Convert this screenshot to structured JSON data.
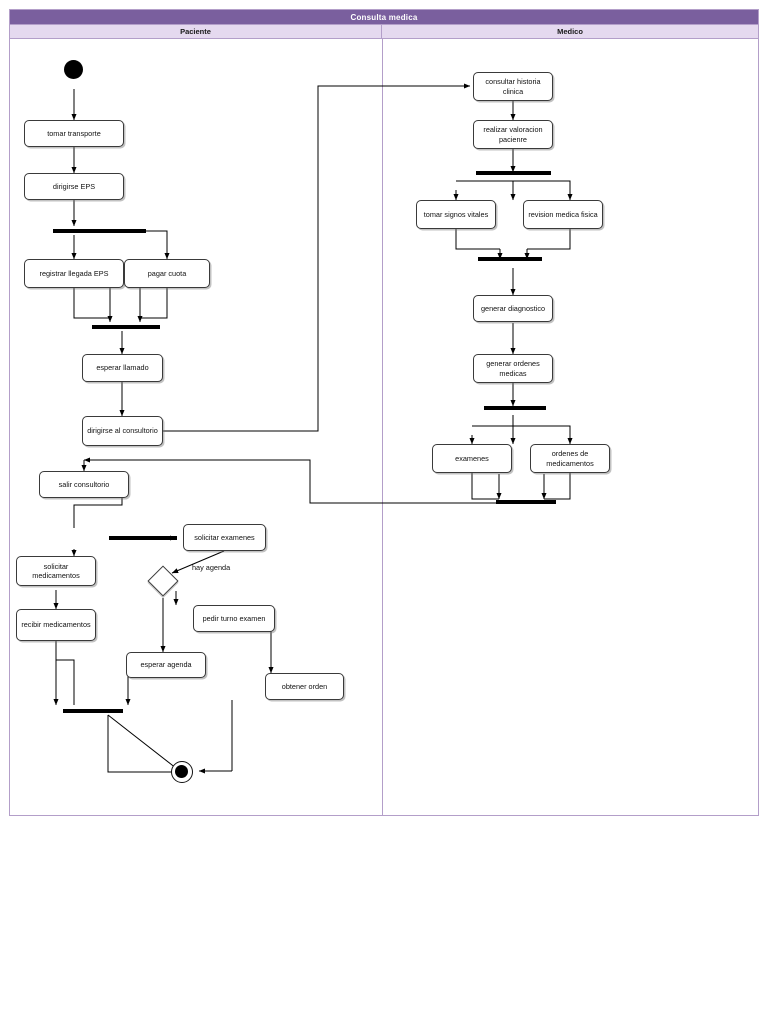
{
  "diagram": {
    "title": "Consulta medica",
    "type": "uml-activity-diagram",
    "lanes": [
      {
        "id": "paciente",
        "label": "Paciente"
      },
      {
        "id": "medico",
        "label": "Medico"
      }
    ],
    "nodes": {
      "tomar_transporte": "tomar transporte",
      "dirigirse_eps": "dirigirse EPS",
      "registrar_llegada": "registrar llegada EPS",
      "pagar_cuota": "pagar cuota",
      "esperar_llamado": "esperar llamado",
      "dirigirse_consultorio": "dirigirse al consultorio",
      "salir_consultorio": "salir consultorio",
      "solicitar_medicamentos": "solicitar medicamentos",
      "recibir_medicamentos": "recibir medicamentos",
      "solicitar_examenes": "solicitar examenes",
      "pedir_turno": "pedir turno examen",
      "esperar_agenda": "esperar agenda",
      "obtener_orden": "obtener orden",
      "consultar_historia": "consultar historia clinica",
      "realizar_valoracion": "realizar valoracion pacienre",
      "tomar_signos": "tomar signos vitales",
      "revision_fisica": "revision medica fisica",
      "generar_diagnostico": "generar diagnostico",
      "generar_ordenes": "generar ordenes medicas",
      "examenes": "examenes",
      "ordenes_medicamentos": "ordenes de medicamentos"
    },
    "edge_labels": {
      "hay_agenda": "hay agenda"
    },
    "colors": {
      "title_bar": "#7a5f9e",
      "lane_header": "#e5d9ef",
      "frame_border": "#b39ec9",
      "node_border": "#3a3a3a",
      "node_fill": "#ffffff",
      "connector": "#000000",
      "bar_fill": "#000000"
    }
  }
}
